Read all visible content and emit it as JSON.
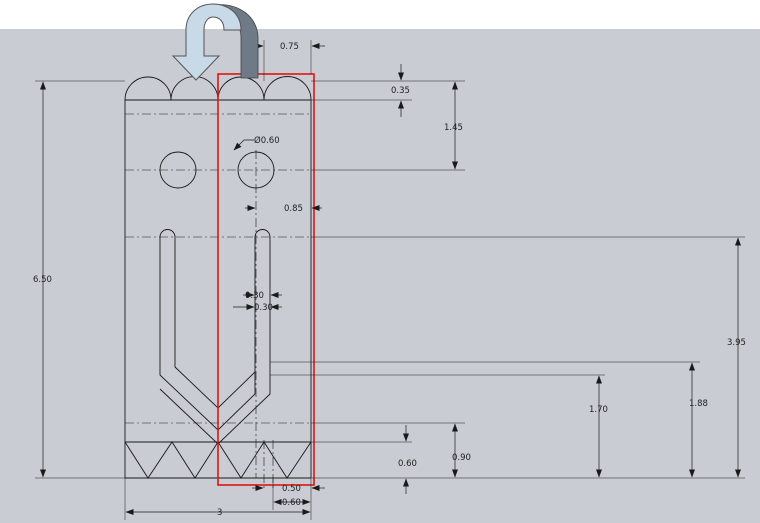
{
  "colors": {
    "sheet": "#c9ccd3",
    "line": "#1a1a1a",
    "highlight": "#e01414",
    "arrow_fill": "#c8d9e8",
    "arrow_edge": "#555555"
  },
  "icons": {
    "fold_arrow": "curved-fold-arrow-icon"
  },
  "dimensions": {
    "d_075": "0.75",
    "d_035": "0.35",
    "d_145": "1.45",
    "d_diam": "Ø0.60",
    "d_085": "0.85",
    "d_650": "6.50",
    "d_030a": "0.30",
    "d_030b": "0.30",
    "d_395": "3.95",
    "d_188": "1.88",
    "d_170": "1.70",
    "d_090": "0.90",
    "d_060v": "0.60",
    "d_050": "0.50",
    "d_060h": "0.60",
    "d_3": "3"
  }
}
